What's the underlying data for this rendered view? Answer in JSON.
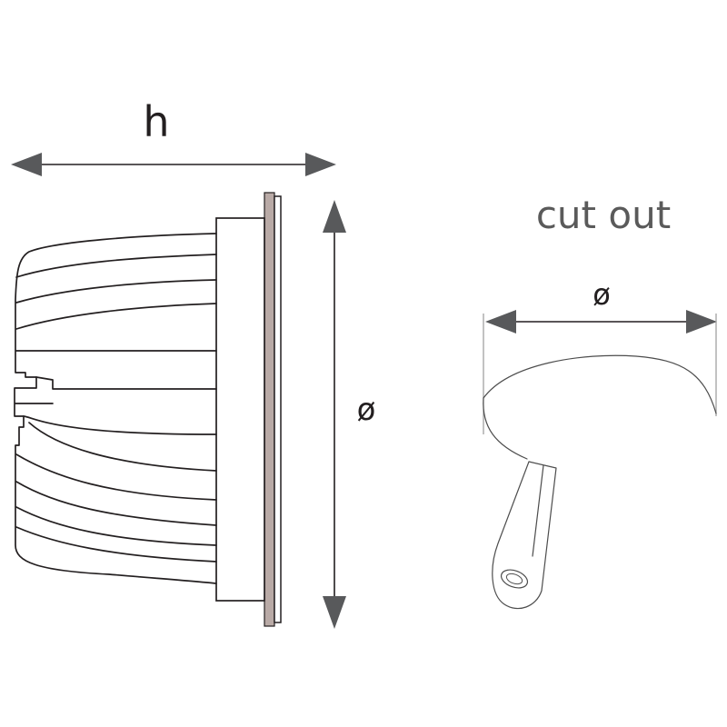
{
  "labels": {
    "height": "h",
    "diameter_side": "ø",
    "cut_out_title": "cut out",
    "cut_out_diameter": "ø"
  },
  "colors": {
    "line": "#231f20",
    "arrow": "#58595b",
    "gasket": "#b9aaa6",
    "title_grey": "#5a5a5a"
  },
  "icons": {
    "arrowheads": "triangle-arrowhead",
    "cut_out_tool": "hole-saw-cutter-icon"
  }
}
